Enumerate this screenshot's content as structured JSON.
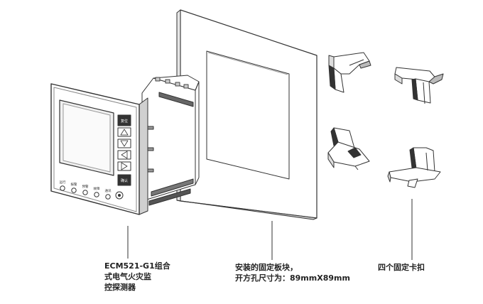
{
  "labels": {
    "device": {
      "line1": "ECM521-G1组合",
      "line2": "式电气火灾监",
      "line3": "控探测器"
    },
    "panel": {
      "line1": "安装的固定板块，",
      "line2": "开方孔尺寸为：89mmX89mm"
    },
    "clips": {
      "line1": "四个固定卡扣"
    }
  },
  "device_panel": {
    "side_button_top": "复位",
    "side_button_bottom": "确认",
    "indicators": [
      "运行",
      "报警",
      "预警",
      "故障",
      "通讯"
    ]
  },
  "colors": {
    "line": "#333333",
    "fill": "#ffffff",
    "screen": "#f0f0f0",
    "dark": "#555555"
  }
}
